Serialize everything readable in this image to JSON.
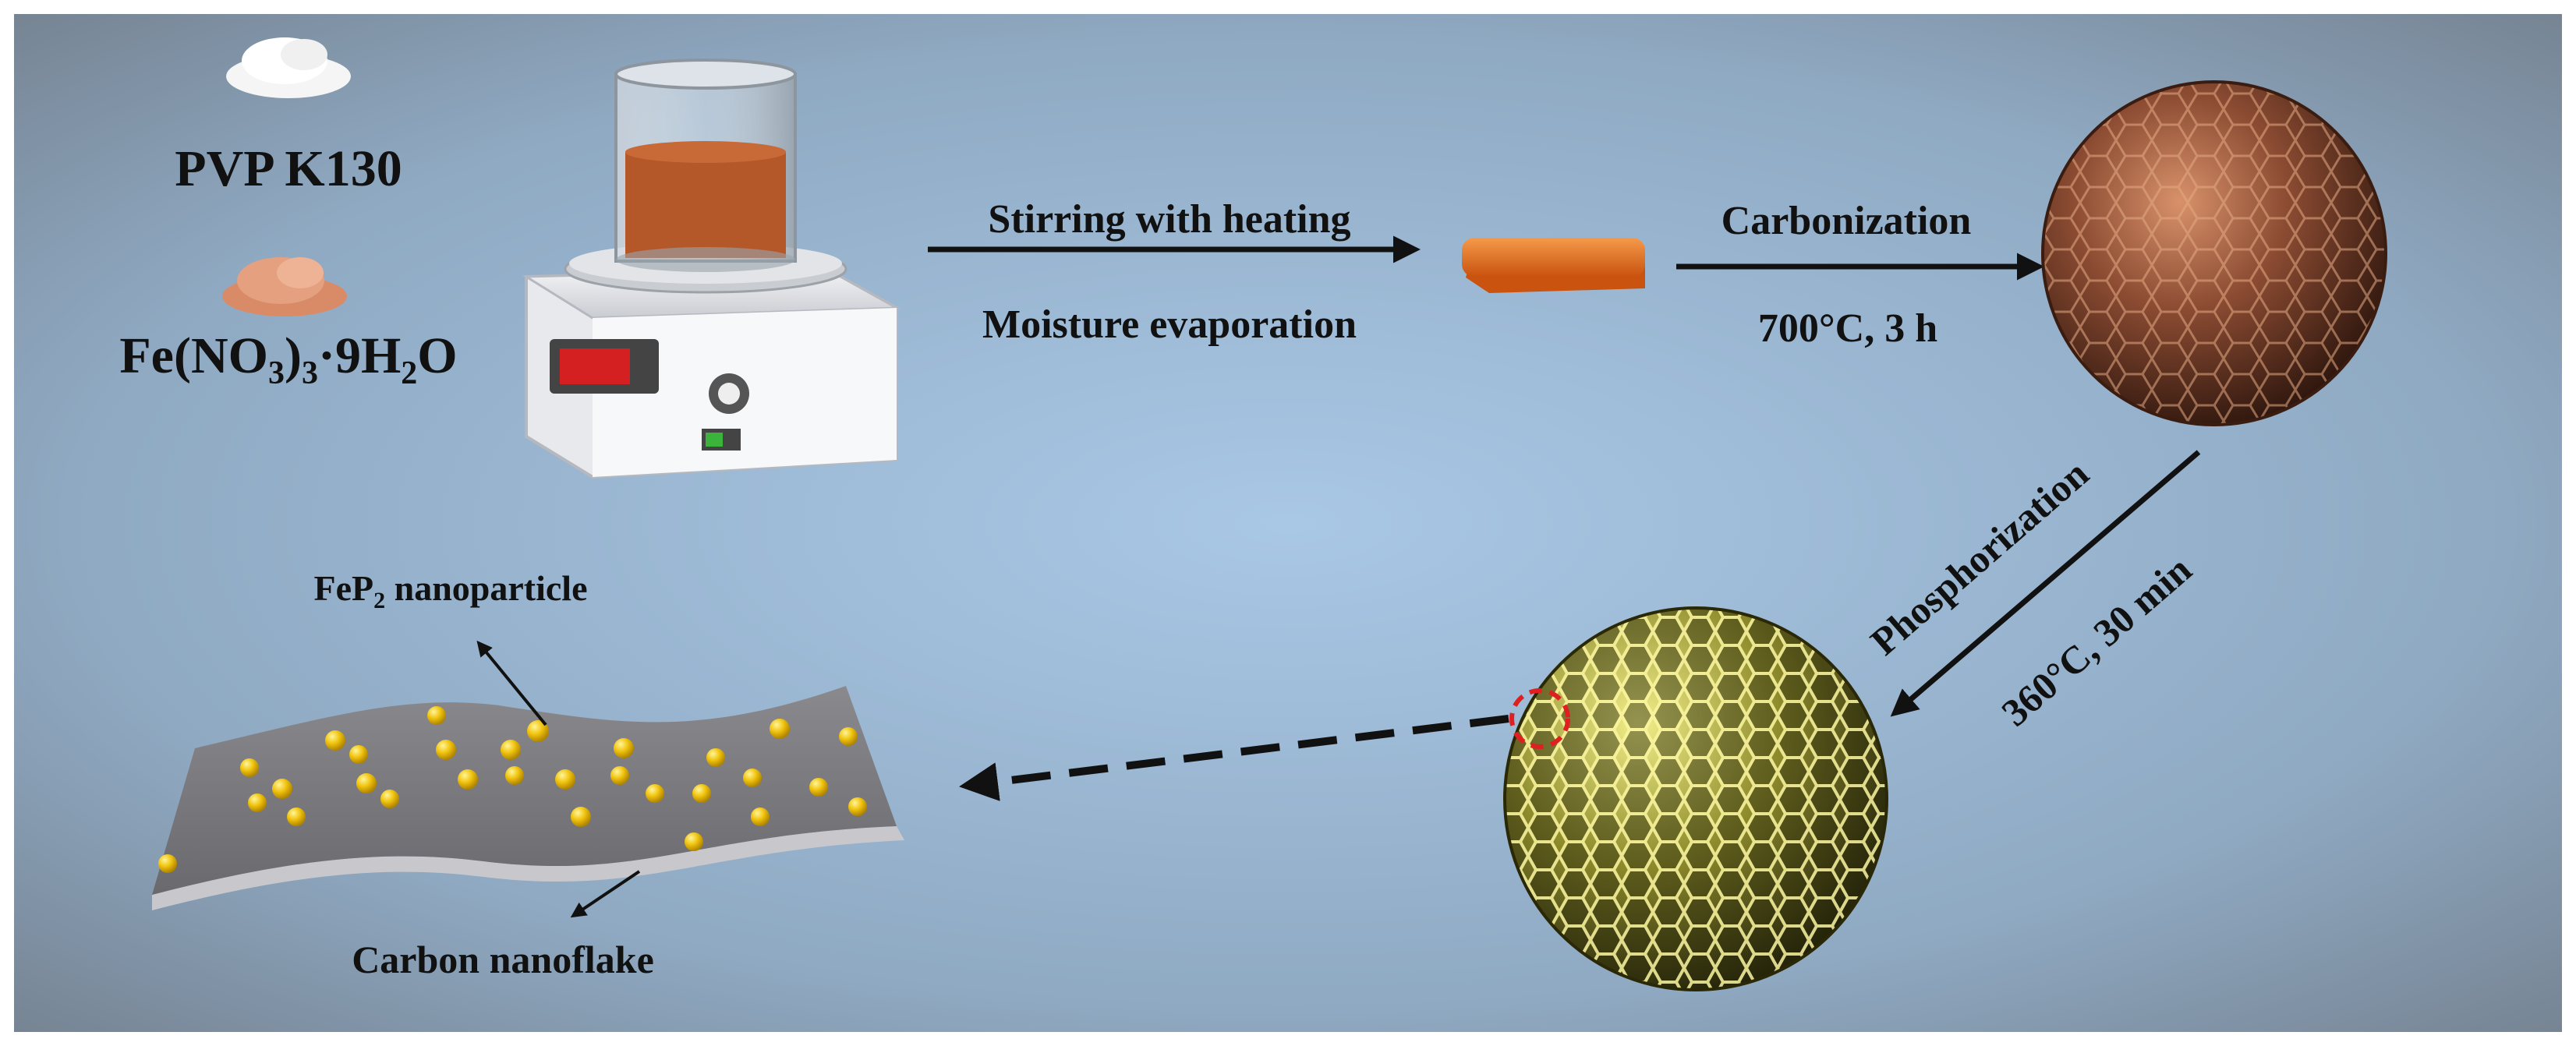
{
  "materials": {
    "precursor_1": "PVP K130",
    "precursor_2": {
      "base": "Fe(NO",
      "sub1": "3",
      "mid1": ")",
      "sub2": "3",
      "mid2": "·9H",
      "sub3": "2",
      "end": "O"
    }
  },
  "steps": {
    "step1_top": "Stirring with heating",
    "step1_bottom": "Moisture evaporation",
    "step2_top": "Carbonization",
    "step2_bottom": "700°C, 3 h",
    "step3_top": "Phosphorization",
    "step3_bottom": "360°C, 30 min"
  },
  "product": {
    "particle_label": {
      "base": "FeP",
      "sub": "2",
      "rest": " nanoparticle"
    },
    "flake_label": "Carbon nanoflake"
  },
  "colors": {
    "background_dark": "#7a8591",
    "background_light": "#a9c8e6",
    "solution": "#b4582a",
    "brick": "#e46d1f",
    "carbon_sphere": "#6b3a28",
    "phosphide_sphere": "#b3b03a",
    "nanoparticle": "#f1c40f",
    "flake": "#7d7d80",
    "display": "#d42020",
    "switch": "#3cb43c",
    "highlight_ring": "#e02020"
  },
  "icons": [
    "powder-pile-icon",
    "beaker-icon",
    "hotplate-icon",
    "arrow-icon",
    "dashed-arrow-icon",
    "sphere-icon"
  ]
}
